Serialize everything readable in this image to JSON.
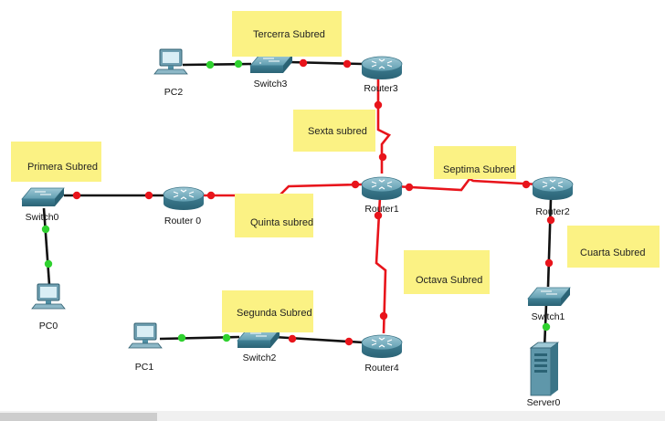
{
  "subnet_notes": {
    "tercera": "Tercerra Subred",
    "sexta": "Sexta subred",
    "primera": "Primera Subred",
    "septima": "Septima Subred",
    "quinta": "Quinta subred",
    "cuarta": "Cuarta Subred",
    "octava": "Octava Subred",
    "segunda": "Segunda Subred"
  },
  "devices": {
    "pc2": "PC2",
    "switch3": "Switch3",
    "router3": "Router3",
    "switch0": "Switch0",
    "router0": "Router 0",
    "router1": "Router1",
    "router2": "Router2",
    "pc0": "PC0",
    "pc1": "PC1",
    "switch2": "Switch2",
    "router4": "Router4",
    "switch1": "Switch1",
    "server0": "Server0"
  },
  "colors": {
    "serial_link": "#e8141b",
    "ethernet_link": "#111111",
    "port_up": "#2fd12f",
    "port_down": "#e8141b",
    "note_bg": "#fbf284",
    "device_body": "#4f8ea3"
  }
}
